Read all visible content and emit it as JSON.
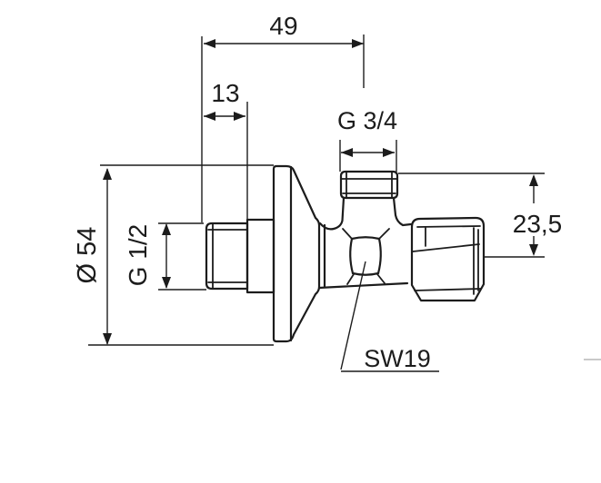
{
  "drawing": {
    "labels": {
      "overall_depth": "49",
      "thread_length": "13",
      "top_outlet_thread": "G 3/4",
      "outlet_offset": "23,5",
      "rosette_diameter": "Ø 54",
      "inlet_thread": "G 1/2",
      "wrench_size": "SW19"
    },
    "colors": {
      "line": "#1c1c1c",
      "background": "#ffffff"
    }
  }
}
